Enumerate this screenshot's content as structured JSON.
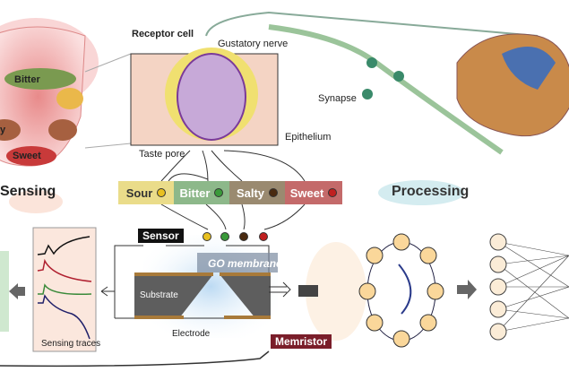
{
  "tongue": {
    "labels": [
      "Bitter",
      "y",
      "Sweet"
    ],
    "stage": "Sensing"
  },
  "taste_bud": {
    "receptor_cell": "Receptor cell",
    "gustatory_nerve": "Gustatory nerve",
    "epithelium": "Epithelium",
    "taste_pore": "Taste pore"
  },
  "neurons": {
    "synapse": "Synapse"
  },
  "processing": "Processing",
  "tastes": [
    {
      "label": "Sour",
      "color": "#e8c020"
    },
    {
      "label": "Bitter",
      "color": "#3a9a3a"
    },
    {
      "label": "Salty",
      "color": "#4a2a10"
    },
    {
      "label": "Sweet",
      "color": "#c02020"
    }
  ],
  "device": {
    "sensor": "Sensor",
    "go_membrane": "GO membrane",
    "substrate": "Substrate",
    "electrode": "Electrode",
    "memristor": "Memristor"
  },
  "traces": {
    "label": "Sensing traces",
    "colors": [
      "#111111",
      "#b02030",
      "#3a8a3a",
      "#20206a"
    ]
  }
}
